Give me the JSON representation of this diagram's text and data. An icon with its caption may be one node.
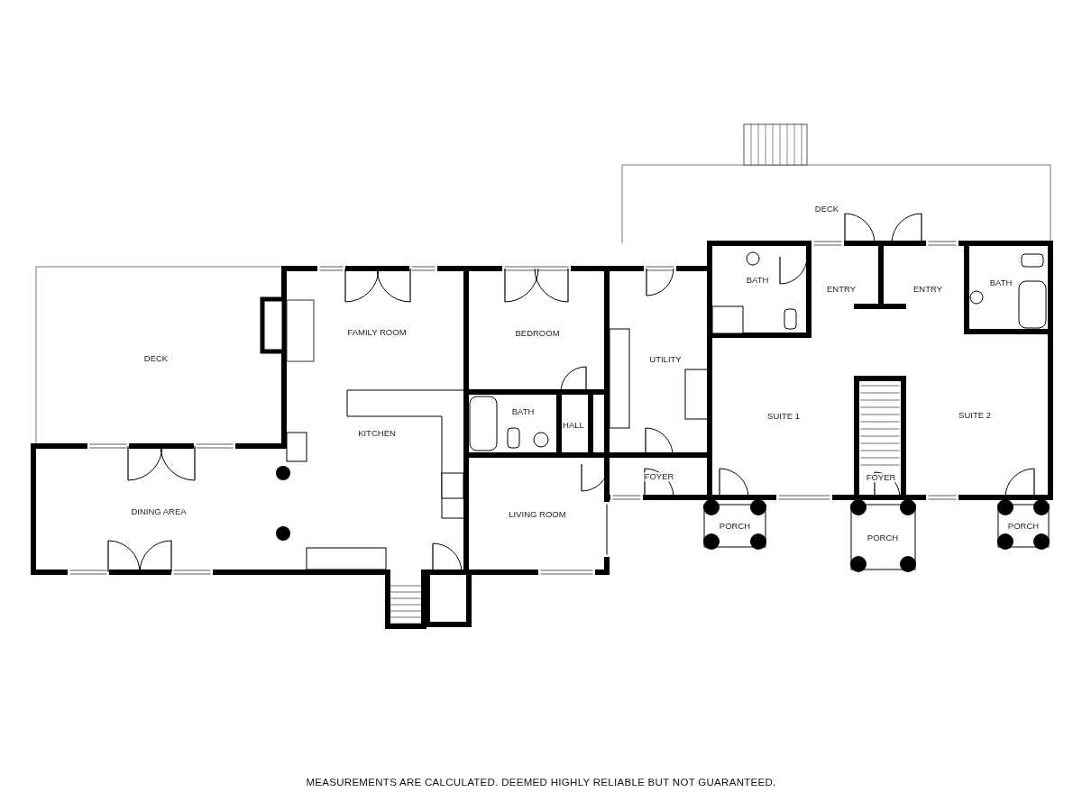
{
  "diagram": {
    "caption": "MEASUREMENTS ARE CALCULATED. DEEMED HIGHLY RELIABLE BUT NOT GUARANTEED.",
    "labels": [
      "DECK",
      "FAMILY ROOM",
      "BEDROOM",
      "BATH",
      "BATH",
      "ENTRY",
      "ENTRY",
      "DECK",
      "UTILITY",
      "BATH",
      "HALL",
      "SUITE 1",
      "SUITE 2",
      "KITCHEN",
      "FOYER",
      "FOYER",
      "DINING AREA",
      "LIVING ROOM",
      "PORCH",
      "PORCH",
      "PORCH"
    ]
  }
}
